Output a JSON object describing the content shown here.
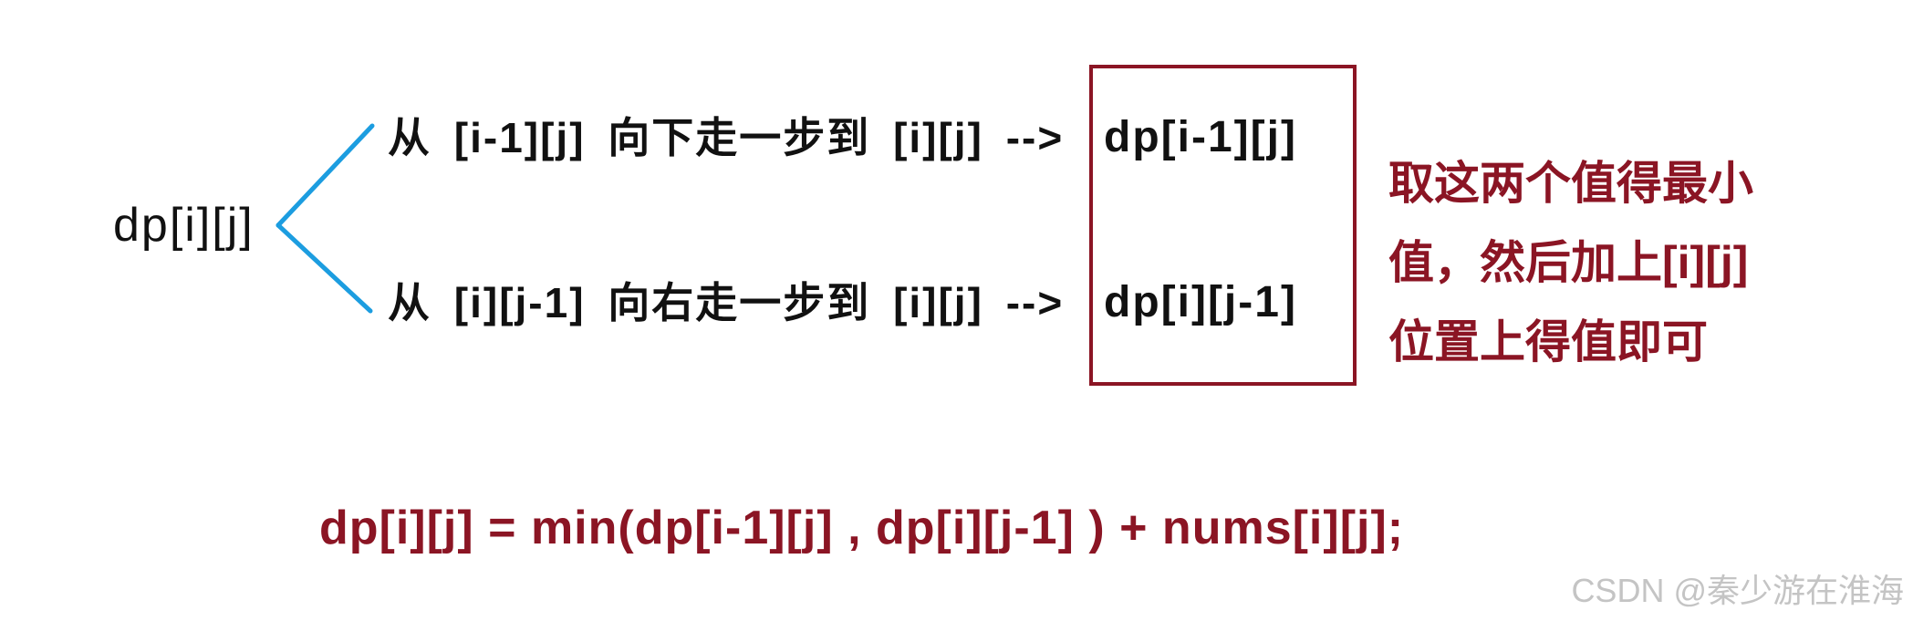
{
  "colors": {
    "background": "#ffffff",
    "text": "#111111",
    "accent": "#8b1524",
    "branch_line": "#1c9de0",
    "watermark": "#c4c4c4"
  },
  "root_state": "dp[i][j]",
  "branches": [
    {
      "text": "从 [i-1][j] 向下走一步到 [i][j] -->",
      "target": "dp[i-1][j]"
    },
    {
      "text": "从 [i][j-1] 向右走一步到 [i][j] -->",
      "target": "dp[i][j-1]"
    }
  ],
  "note": {
    "lines": [
      "取这两个值得最小",
      "值，然后加上[i][j]",
      "位置上得值即可"
    ]
  },
  "formula": "dp[i][j] = min(dp[i-1][j] , dp[i][j-1] ) + nums[i][j];",
  "watermark": "CSDN @秦少游在淮海"
}
